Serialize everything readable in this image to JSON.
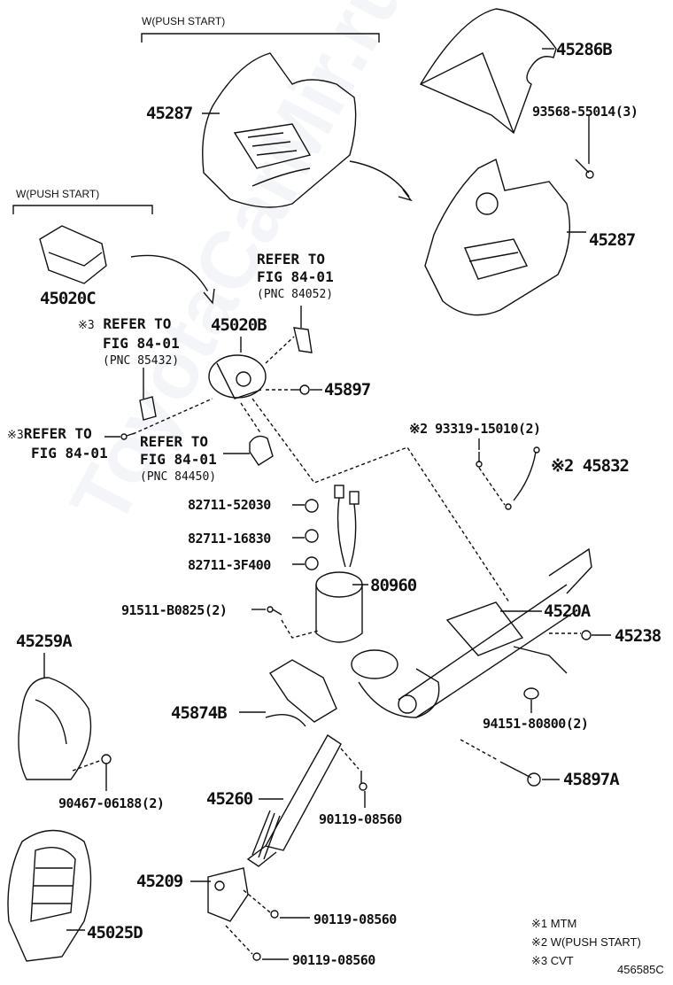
{
  "watermark": "ToyotaCarMir.ru",
  "groups": {
    "top_group": "W(PUSH START)",
    "left_group": "W(PUSH START)"
  },
  "parts": {
    "p45287_left": "45287",
    "p45286B": "45286B",
    "p93568": "93568-55014(3)",
    "p45287_right": "45287",
    "p45020C": "45020C",
    "p45020B": "45020B",
    "p45897": "45897",
    "p93319": "※2 93319-15010(2)",
    "p45832": "※2 45832",
    "p82711_52030": "82711-52030",
    "p82711_16830": "82711-16830",
    "p82711_3F400": "82711-3F400",
    "p80960": "80960",
    "p91511": "91511-B0825(2)",
    "p4520A": "4520A",
    "p45238": "45238",
    "p45259A": "45259A",
    "p45874B": "45874B",
    "p94151": "94151-80800(2)",
    "p45897A": "45897A",
    "p90467": "90467-06188(2)",
    "p45260": "45260",
    "p90119_a": "90119-08560",
    "p45209": "45209",
    "p90119_b": "90119-08560",
    "p45025D": "45025D",
    "p90119_c": "90119-08560"
  },
  "references": {
    "ref_84052": {
      "line1": "REFER TO",
      "line2": "FIG 84-01",
      "line3": "(PNC 84052)"
    },
    "ref_85432": {
      "mark": "※3",
      "line1": "REFER TO",
      "line2": "FIG 84-01",
      "line3": "(PNC 85432)"
    },
    "ref_cvt": {
      "mark": "※3",
      "line1": "REFER TO",
      "line2": "FIG 84-01"
    },
    "ref_84450": {
      "line1": "REFER TO",
      "line2": "FIG 84-01",
      "line3": "(PNC 84450)"
    }
  },
  "legend": [
    "※1 MTM",
    "※2 W(PUSH START)",
    "※3 CVT"
  ],
  "diagram_id": "456585C"
}
